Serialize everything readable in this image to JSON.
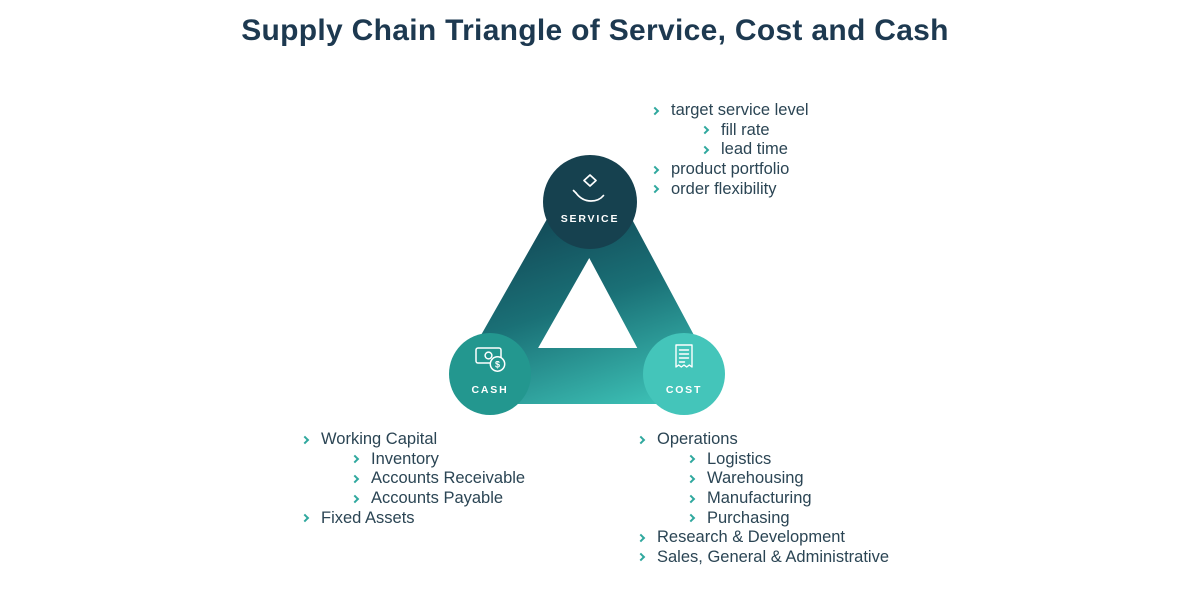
{
  "title": "Supply Chain Triangle of Service, Cost and Cash",
  "colors": {
    "title": "#1d3950",
    "text": "#2b4554",
    "chevron": "#2fa89e",
    "band_dark": "#10394a",
    "band_mid": "#1a7076",
    "band_bright": "#41cabd",
    "service_circle": "#16414f",
    "cash_circle": "#23978f",
    "cost_circle": "#44c5ba"
  },
  "triangle": {
    "service": {
      "label": "SERVICE",
      "icon": "hand-service-icon"
    },
    "cash": {
      "label": "CASH",
      "icon": "banknote-coin-icon"
    },
    "cost": {
      "label": "COST",
      "icon": "receipt-icon"
    },
    "coin_symbol": "$"
  },
  "lists": {
    "service": {
      "items": [
        {
          "label": "target service level",
          "level": 0
        },
        {
          "label": "fill rate",
          "level": 1
        },
        {
          "label": "lead time",
          "level": 1
        },
        {
          "label": "product portfolio",
          "level": 0
        },
        {
          "label": "order flexibility",
          "level": 0
        }
      ]
    },
    "cash": {
      "items": [
        {
          "label": "Working Capital",
          "level": 0
        },
        {
          "label": "Inventory",
          "level": 1
        },
        {
          "label": "Accounts Receivable",
          "level": 1
        },
        {
          "label": "Accounts Payable",
          "level": 1
        },
        {
          "label": "Fixed Assets",
          "level": 0
        }
      ]
    },
    "cost": {
      "items": [
        {
          "label": "Operations",
          "level": 0
        },
        {
          "label": "Logistics",
          "level": 1
        },
        {
          "label": "Warehousing",
          "level": 1
        },
        {
          "label": "Manufacturing",
          "level": 1
        },
        {
          "label": "Purchasing",
          "level": 1
        },
        {
          "label": "Research & Development",
          "level": 0
        },
        {
          "label": "Sales, General & Administrative",
          "level": 0
        }
      ]
    }
  }
}
